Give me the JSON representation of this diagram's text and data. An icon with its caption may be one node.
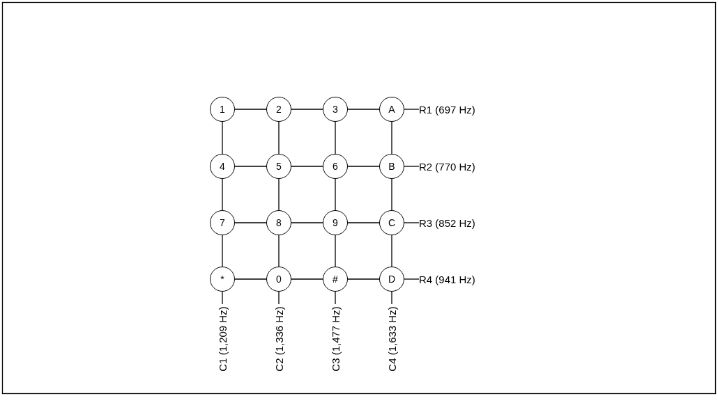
{
  "diagram": {
    "nodes": [
      {
        "text": [
          "1"
        ]
      },
      {
        "text": [
          "2"
        ]
      },
      {
        "text": [
          "3"
        ]
      },
      {
        "text": [
          "A"
        ]
      },
      {
        "text": [
          "4"
        ]
      },
      {
        "text": [
          "5"
        ]
      },
      {
        "text": [
          "6"
        ]
      },
      {
        "text": [
          "B"
        ]
      },
      {
        "text": [
          "7"
        ]
      },
      {
        "text": [
          "8"
        ]
      },
      {
        "text": [
          "9"
        ]
      },
      {
        "text": [
          "C"
        ]
      },
      {
        "text": [
          "*"
        ]
      },
      {
        "text": [
          "0"
        ]
      },
      {
        "text": [
          "#"
        ]
      },
      {
        "text": [
          "D"
        ]
      },
      {
        "text": [
          "R1 (697 Hz)"
        ]
      },
      {
        "text": [
          "R2 (770 Hz)"
        ]
      },
      {
        "text": [
          "R3 (852 Hz)"
        ]
      },
      {
        "text": [
          "R4 (941 Hz)"
        ]
      },
      {
        "text": [
          "C1 (1,209 Hz)"
        ]
      },
      {
        "text": [
          "C2 (1,336 Hz)"
        ]
      },
      {
        "text": [
          "C3 (1,477 Hz)"
        ]
      },
      {
        "text": [
          "C4 (1,633 Hz)"
        ]
      }
    ],
    "edges": [
      {
        "from": 0,
        "to": 1,
        "arrow": "none"
      },
      {
        "from": 1,
        "to": 2,
        "arrow": "none"
      },
      {
        "from": 2,
        "to": 3,
        "arrow": "none"
      },
      {
        "from": 3,
        "to": 16,
        "arrow": "none"
      },
      {
        "from": 4,
        "to": 5,
        "arrow": "none"
      },
      {
        "from": 5,
        "to": 6,
        "arrow": "none"
      },
      {
        "from": 6,
        "to": 7,
        "arrow": "none"
      },
      {
        "from": 7,
        "to": 17,
        "arrow": "none"
      },
      {
        "from": 8,
        "to": 9,
        "arrow": "none"
      },
      {
        "from": 9,
        "to": 10,
        "arrow": "none"
      },
      {
        "from": 10,
        "to": 11,
        "arrow": "none"
      },
      {
        "from": 11,
        "to": 18,
        "arrow": "none"
      },
      {
        "from": 12,
        "to": 13,
        "arrow": "none"
      },
      {
        "from": 13,
        "to": 14,
        "arrow": "none"
      },
      {
        "from": 14,
        "to": 15,
        "arrow": "none"
      },
      {
        "from": 15,
        "to": 19,
        "arrow": "none"
      },
      {
        "from": 0,
        "to": 4,
        "arrow": "none"
      },
      {
        "from": 4,
        "to": 8,
        "arrow": "none"
      },
      {
        "from": 8,
        "to": 12,
        "arrow": "none"
      },
      {
        "from": 12,
        "to": 20,
        "arrow": "none"
      },
      {
        "from": 1,
        "to": 5,
        "arrow": "none"
      },
      {
        "from": 5,
        "to": 9,
        "arrow": "none"
      },
      {
        "from": 9,
        "to": 13,
        "arrow": "none"
      },
      {
        "from": 13,
        "to": 21,
        "arrow": "none"
      },
      {
        "from": 2,
        "to": 6,
        "arrow": "none"
      },
      {
        "from": 6,
        "to": 10,
        "arrow": "none"
      },
      {
        "from": 10,
        "to": 14,
        "arrow": "none"
      },
      {
        "from": 14,
        "to": 22,
        "arrow": "none"
      },
      {
        "from": 3,
        "to": 7,
        "arrow": "none"
      },
      {
        "from": 7,
        "to": 11,
        "arrow": "none"
      },
      {
        "from": 11,
        "to": 15,
        "arrow": "none"
      },
      {
        "from": 15,
        "to": 23,
        "arrow": "none"
      }
    ]
  }
}
